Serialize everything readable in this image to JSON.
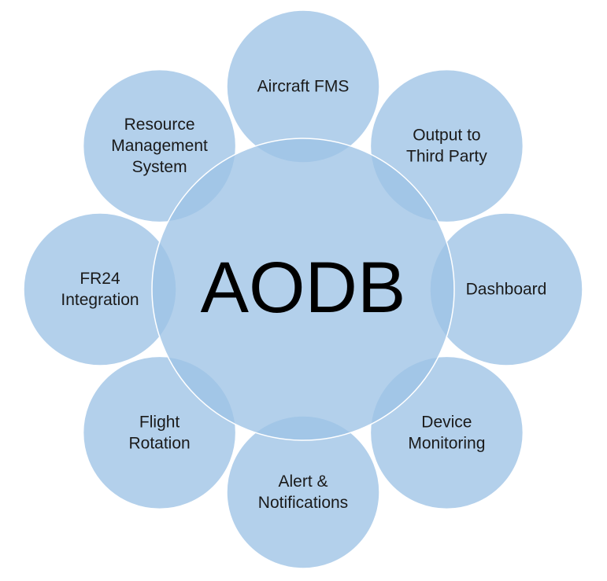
{
  "center": {
    "label": "AODB",
    "color": "#9dc3e6"
  },
  "nodes": [
    {
      "id": "aircraft-fms",
      "lines": [
        "Aircraft FMS"
      ]
    },
    {
      "id": "output-to-third-party",
      "lines": [
        "Output to",
        "Third Party"
      ]
    },
    {
      "id": "dashboard",
      "lines": [
        "Dashboard"
      ]
    },
    {
      "id": "device-monitoring",
      "lines": [
        "Device",
        "Monitoring"
      ]
    },
    {
      "id": "alert-notifications",
      "lines": [
        "Alert &",
        "Notifications"
      ]
    },
    {
      "id": "flight-rotation",
      "lines": [
        "Flight",
        "Rotation"
      ]
    },
    {
      "id": "fr24-integration",
      "lines": [
        "FR24",
        "Integration"
      ]
    },
    {
      "id": "resource-management-system",
      "lines": [
        "Resource",
        "Management",
        "System"
      ]
    }
  ]
}
